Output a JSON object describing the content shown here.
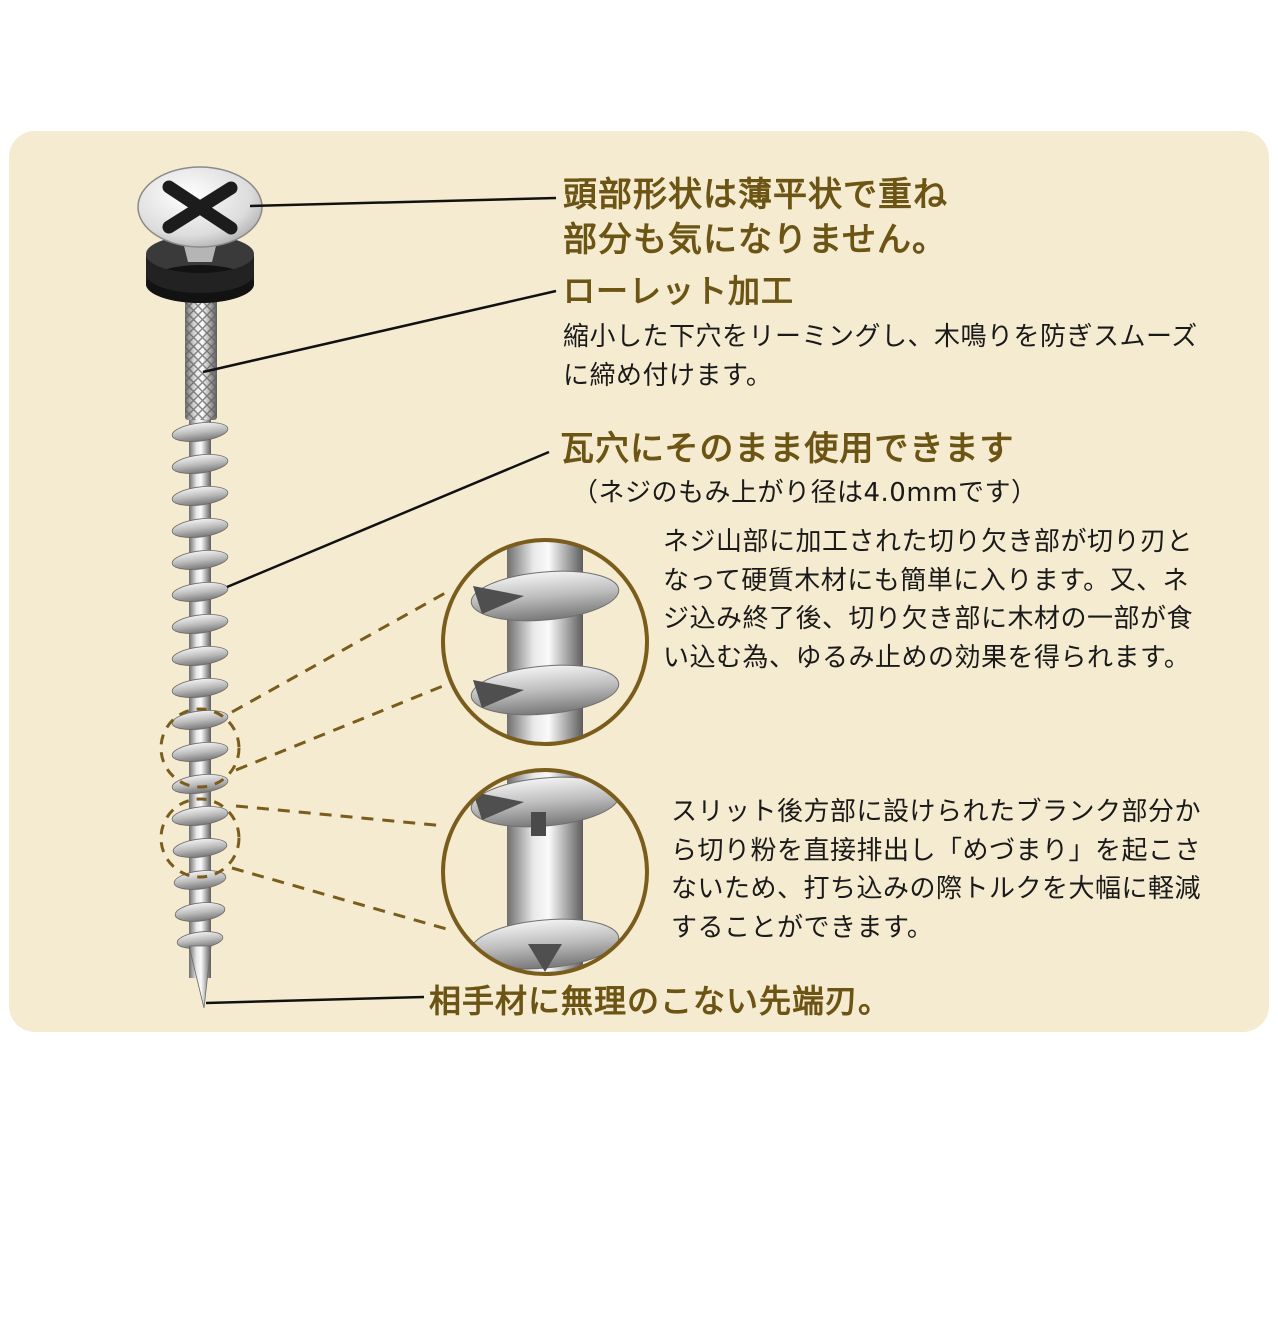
{
  "colors": {
    "card_bg": "#f5ebd0",
    "heading_brown": "#6b5414",
    "body_text": "#1a1a1a",
    "accent_brown": "#7a5c1c"
  },
  "annotations": {
    "head": {
      "lines": [
        "頭部形状は薄平状で重ね",
        "部分も気になりません。"
      ]
    },
    "knurl": {
      "title": "ローレット加工",
      "lines": [
        "縮小した下穴をリーミングし、木鳴りを防ぎスムーズ",
        "に締め付けます。"
      ]
    },
    "hole": {
      "title": "瓦穴にそのまま使用できます",
      "subtitle": "（ネジのもみ上がり径は4.0mmです）"
    },
    "notch_detail": {
      "lines": [
        "ネジ山部に加工された切り欠き部が切り刃と",
        "なって硬質木材にも簡単に入ります。又、ネ",
        "ジ込み終了後、切り欠き部に木材の一部が食",
        "い込む為、ゆるみ止めの効果を得られます。"
      ]
    },
    "slit_detail": {
      "lines": [
        "スリット後方部に設けられたブランク部分か",
        "ら切り粉を直接排出し「めづまり」を起こさ",
        "ないため、打ち込みの際トルクを大幅に軽減",
        "することができます。"
      ]
    },
    "tip": {
      "title": "相手材に無理のこない先端刃。"
    }
  }
}
